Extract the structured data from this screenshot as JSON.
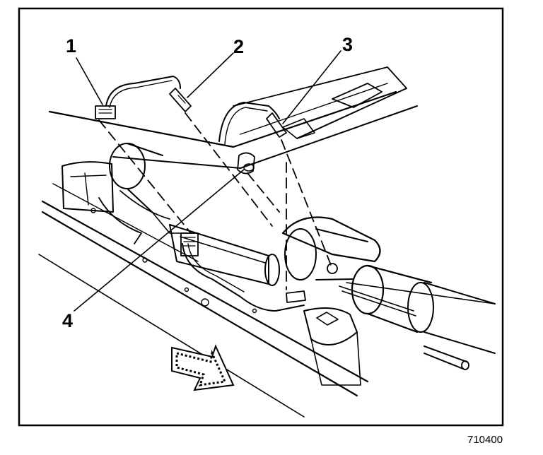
{
  "callouts": [
    {
      "number": "1"
    },
    {
      "number": "2"
    },
    {
      "number": "3"
    },
    {
      "number": "4"
    }
  ],
  "figure_id": "710400"
}
